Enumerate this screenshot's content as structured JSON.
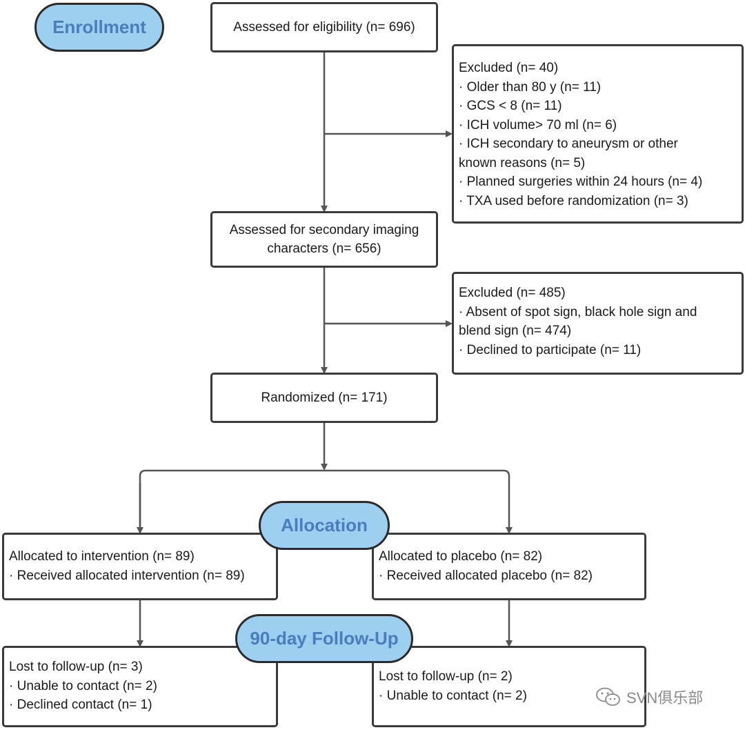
{
  "stages": {
    "enrollment": "Enrollment",
    "allocation": "Allocation",
    "follow_up": "90-day Follow-Up"
  },
  "boxes": {
    "eligibility": [
      "Assessed for eligibility (n= 696)"
    ],
    "excluded1": [
      "Excluded (n= 40)",
      "· Older than 80 y (n= 11)",
      "· GCS < 8 (n= 11)",
      "· ICH volume> 70 ml (n= 6)",
      "· ICH secondary to aneurysm or other",
      "known reasons (n= 5)",
      "· Planned surgeries within 24 hours (n= 4)",
      "· TXA used before randomization (n= 3)"
    ],
    "secondary_imaging": [
      "Assessed for secondary imaging",
      "characters (n= 656)"
    ],
    "excluded2": [
      "Excluded (n= 485)",
      "· Absent of spot sign, black hole sign and",
      "blend sign (n= 474)",
      "· Declined to participate (n= 11)"
    ],
    "randomized": [
      "Randomized (n= 171)"
    ],
    "intervention": [
      "Allocated to intervention (n= 89)",
      "· Received allocated intervention (n= 89)"
    ],
    "placebo": [
      "Allocated to placebo (n= 82)",
      "· Received allocated placebo (n= 82)"
    ],
    "lost_intervention": [
      "Lost to follow-up (n= 3)",
      "· Unable to contact (n= 2)",
      "· Declined contact (n= 1)"
    ],
    "lost_placebo": [
      "Lost to follow-up (n= 2)",
      "· Unable to contact (n= 2)"
    ]
  },
  "watermark": {
    "text": "SVN俱乐部",
    "icon": "wechat-icon"
  },
  "colors": {
    "stage_fill": "#9fcff0",
    "stage_text": "#4a7dbd",
    "line": "#555555",
    "border": "#3a3a3a"
  }
}
